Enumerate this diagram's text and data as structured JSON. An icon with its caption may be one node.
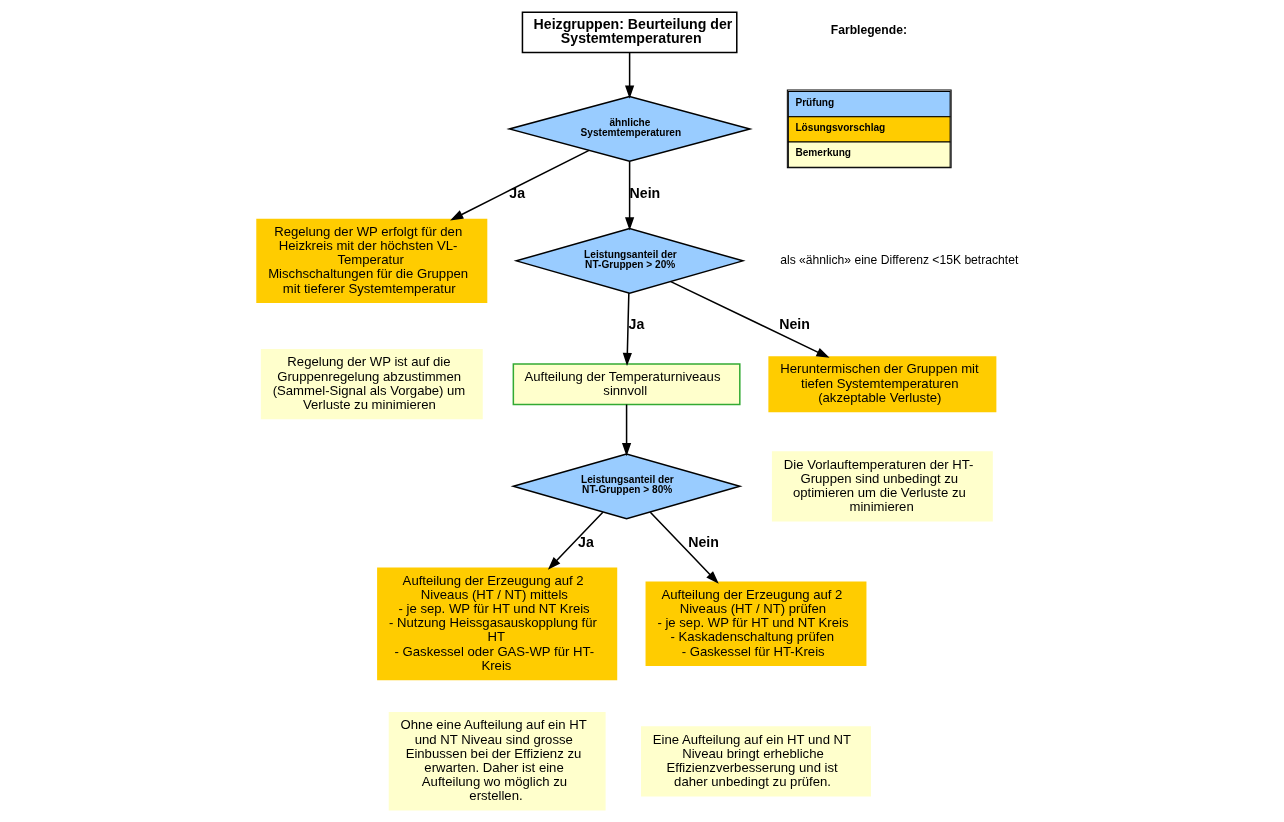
{
  "diagram": {
    "nodes": [
      {
        "text": [
          "Heizgruppen: Beurteilung der Systemtemperaturen"
        ]
      },
      {
        "text": [
          "ähnliche Systemtemperaturen"
        ]
      },
      {
        "text": [
          "Regelung der WP erfolgt für den Heizkreis mit der höchsten VL-Temperatur",
          "Mischschaltungen für die Gruppen mit tieferer Systemtemperatur"
        ]
      },
      {
        "text": [
          "Regelung der WP ist auf die Gruppenregelung abzustimmen (Sammel-Signal als Vorgabe) um Verluste zu minimieren"
        ]
      },
      {
        "text": [
          "Leistungsanteil der NT-Gruppen > 20%"
        ]
      },
      {
        "text": [
          "Aufteilung der Temperaturniveaus sinnvoll"
        ]
      },
      {
        "text": [
          "Heruntermischen der Gruppen mit tiefen Systemtemperaturen",
          "(akzeptable Verluste)"
        ]
      },
      {
        "text": [
          "Die Vorlauftemperaturen der HT-Gruppen sind unbedingt zu optimieren um die Verluste zu minimieren"
        ]
      },
      {
        "text": [
          "Leistungsanteil der NT-Gruppen > 80%"
        ]
      },
      {
        "text": [
          "Aufteilung der Erzeugung auf 2 Niveaus (HT / NT) mittels",
          "- je sep. WP für HT und NT Kreis",
          "- Nutzung Heissgasauskopplung für HT",
          "- Gaskessel oder GAS-WP für HT-Kreis"
        ]
      },
      {
        "text": [
          "Ohne eine Aufteilung auf ein HT und NT Niveau sind grosse Einbussen bei der Effizienz zu erwarten. Daher ist eine Aufteilung wo möglich zu erstellen."
        ]
      },
      {
        "text": [
          "Aufteilung der Erzeugung auf 2 Niveaus (HT / NT) prüfen",
          "- je sep. WP für HT und NT Kreis",
          "- Kaskadenschaltung prüfen",
          "- Gaskessel für HT-Kreis"
        ]
      },
      {
        "text": [
          "Eine Aufteilung auf ein HT und NT Niveau bringt erhebliche Effizienzverbesserung und ist daher unbedingt zu prüfen."
        ]
      }
    ],
    "edges": [
      {
        "from": 0,
        "to": 1,
        "arrow": "to"
      },
      {
        "from": 1,
        "to": 2,
        "arrow": "to",
        "label": "Ja"
      },
      {
        "from": 1,
        "to": 4,
        "arrow": "to",
        "label": "Nein"
      },
      {
        "from": 4,
        "to": 5,
        "arrow": "to",
        "label": "Ja"
      },
      {
        "from": 4,
        "to": 6,
        "arrow": "to",
        "label": "Nein"
      },
      {
        "from": 5,
        "to": 8,
        "arrow": "to"
      },
      {
        "from": 8,
        "to": 9,
        "arrow": "to",
        "label": "Ja"
      },
      {
        "from": 8,
        "to": 11,
        "arrow": "to",
        "label": "Nein"
      }
    ],
    "labels": [
      "Farblegende:",
      "als «ähnlich» eine Differenz <15K betrachtet"
    ],
    "legend": [
      {
        "text": "Prüfung",
        "color": "#99ccff"
      },
      {
        "text": "Lösungsvorschlag",
        "color": "#ffcc00"
      },
      {
        "text": "Bemerkung",
        "color": "#ffffcc"
      }
    ]
  }
}
